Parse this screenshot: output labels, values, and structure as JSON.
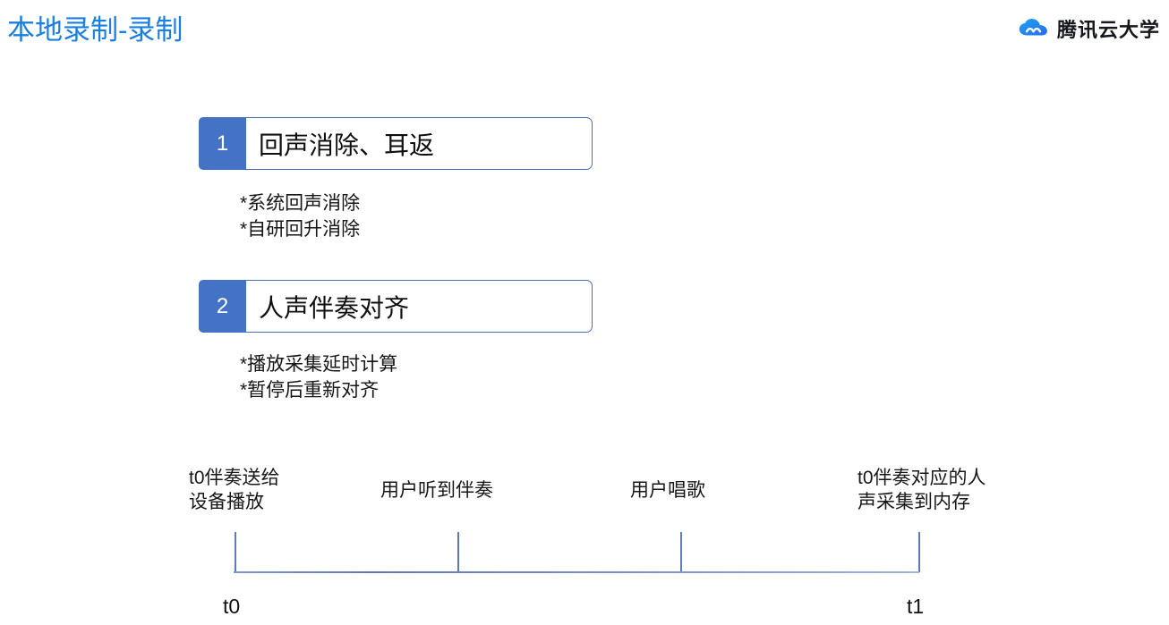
{
  "header": {
    "title": "本地录制-录制",
    "brand": "腾讯云大学",
    "logo_icon": "cloud-icon",
    "title_color": "#1b7fe0"
  },
  "theme": {
    "accent_blue": "#4472c4",
    "box_border": "#4a6eb5",
    "axis_color": "#5c7bb5"
  },
  "sections": [
    {
      "number": "1",
      "heading": "回声消除、耳返",
      "bullets": [
        "*系统回声消除",
        "*自研回升消除"
      ]
    },
    {
      "number": "2",
      "heading": "人声伴奏对齐",
      "bullets": [
        "*播放采集延时计算",
        "*暂停后重新对齐"
      ]
    }
  ],
  "timeline": {
    "labels": [
      "t0伴奏送给\n设备播放",
      "用户听到伴奏",
      "用户唱歌",
      "t0伴奏对应的人\n声采集到内存"
    ],
    "label_line1": [
      "t0伴奏送给",
      "用户听到伴奏",
      "用户唱歌",
      "t0伴奏对应的人"
    ],
    "label_line2": [
      "设备播放",
      "",
      "",
      "声采集到内存"
    ],
    "start_label": "t0",
    "end_label": "t1"
  }
}
